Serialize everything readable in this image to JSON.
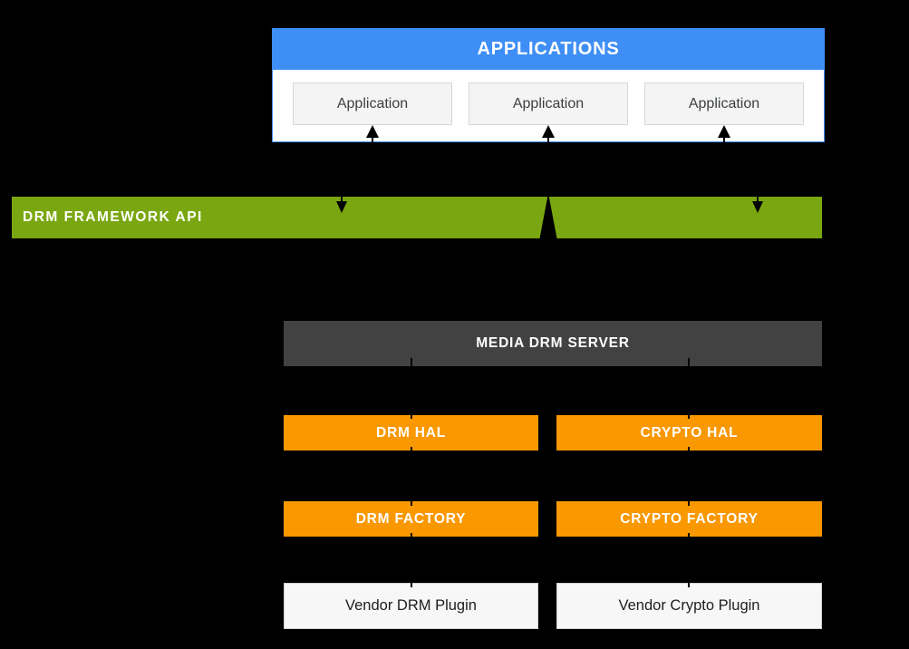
{
  "colors": {
    "background": "#000000",
    "blue": "#3E8EF5",
    "green": "#7AA711",
    "orange": "#F99800",
    "dark_gray": "#424242",
    "box_light": "#F4F4F4",
    "box_border": "#D6D6D6",
    "vendor_bg": "#F7F7F7",
    "vendor_border": "#CDD0D2",
    "white": "#FFFFFF",
    "connector": "#000000",
    "app_text": "#3C4043",
    "vendor_text": "#1E1E1E"
  },
  "applications": {
    "title": "APPLICATIONS",
    "boxes": [
      {
        "label": "Application"
      },
      {
        "label": "Application"
      },
      {
        "label": "Application"
      }
    ]
  },
  "framework_api": {
    "label": "DRM FRAMEWORK API"
  },
  "media_drm_server": {
    "label": "MEDIA DRM SERVER"
  },
  "hal_layer": {
    "drm": {
      "label": "DRM HAL"
    },
    "crypto": {
      "label": "CRYPTO HAL"
    }
  },
  "factory_layer": {
    "drm": {
      "label": "DRM FACTORY"
    },
    "crypto": {
      "label": "CRYPTO FACTORY"
    }
  },
  "vendor_layer": {
    "drm": {
      "label": "Vendor DRM Plugin"
    },
    "crypto": {
      "label": "Vendor Crypto Plugin"
    }
  }
}
